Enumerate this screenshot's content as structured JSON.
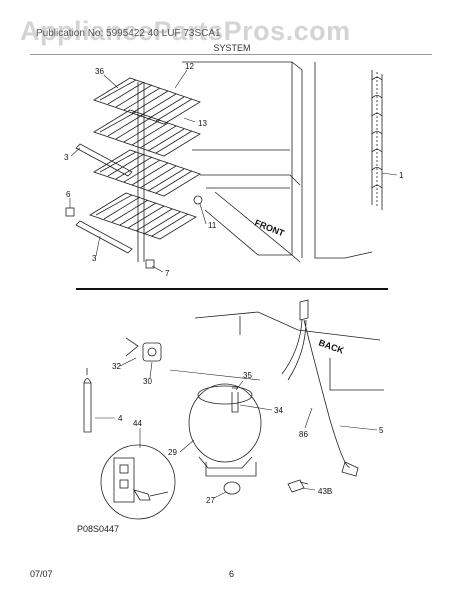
{
  "header": {
    "watermark": "AppliancePartsPros.com",
    "model_text": "Publication No: 5995422 40  LUF 73SCA1",
    "section": "SYSTEM"
  },
  "top_callouts": [
    "12",
    "36",
    "13",
    "3",
    "6",
    "11",
    "3",
    "7",
    "1"
  ],
  "bottom_callouts": [
    "32",
    "30",
    "35",
    "4",
    "34",
    "44",
    "86",
    "5",
    "29",
    "27",
    "43B"
  ],
  "labels": {
    "front": "FRONT",
    "back": "BACK"
  },
  "figure_code": "P08S0447",
  "footer": {
    "date": "07/07",
    "page": "6"
  }
}
